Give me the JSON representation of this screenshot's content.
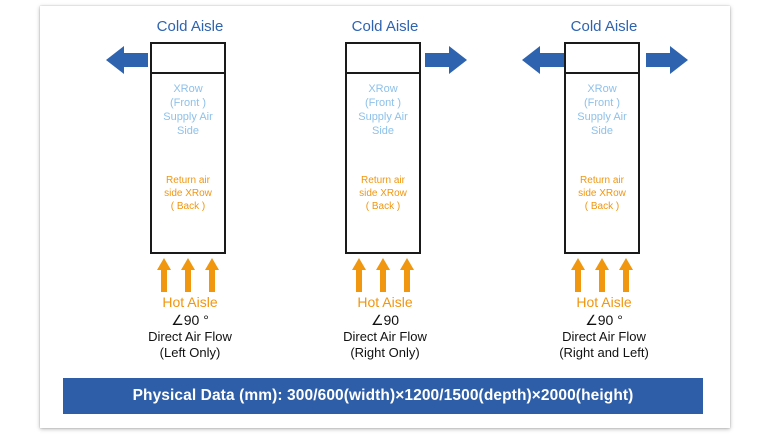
{
  "units": [
    {
      "cold_aisle": "Cold Aisle",
      "front_label": "XRow\n(Front )\nSupply Air\nSide",
      "back_label": "Return air\nside XRow\n( Back )",
      "hot_aisle": "Hot Aisle",
      "angle": "∠90 °",
      "flow": "Direct Air Flow\n(Left Only)",
      "arrows": "left"
    },
    {
      "cold_aisle": "Cold Aisle",
      "front_label": "XRow\n(Front )\nSupply Air\nSide",
      "back_label": "Return air\nside XRow\n( Back )",
      "hot_aisle": "Hot Aisle",
      "angle": "∠90",
      "flow": "Direct Air Flow\n(Right Only)",
      "arrows": "right"
    },
    {
      "cold_aisle": "Cold Aisle",
      "front_label": "XRow\n(Front )\nSupply Air\nSide",
      "back_label": "Return air\nside XRow\n( Back )",
      "hot_aisle": "Hot Aisle",
      "angle": "∠90 °",
      "flow": "Direct Air Flow\n(Right and Left)",
      "arrows": "both"
    }
  ],
  "banner": "Physical Data (mm): 300/600(width)×1200/1500(depth)×2000(height)",
  "colors": {
    "cold": "#2e63b0",
    "hot": "#f0960f",
    "front_text": "#8ec1ea",
    "banner_bg": "#2e5ea8"
  }
}
